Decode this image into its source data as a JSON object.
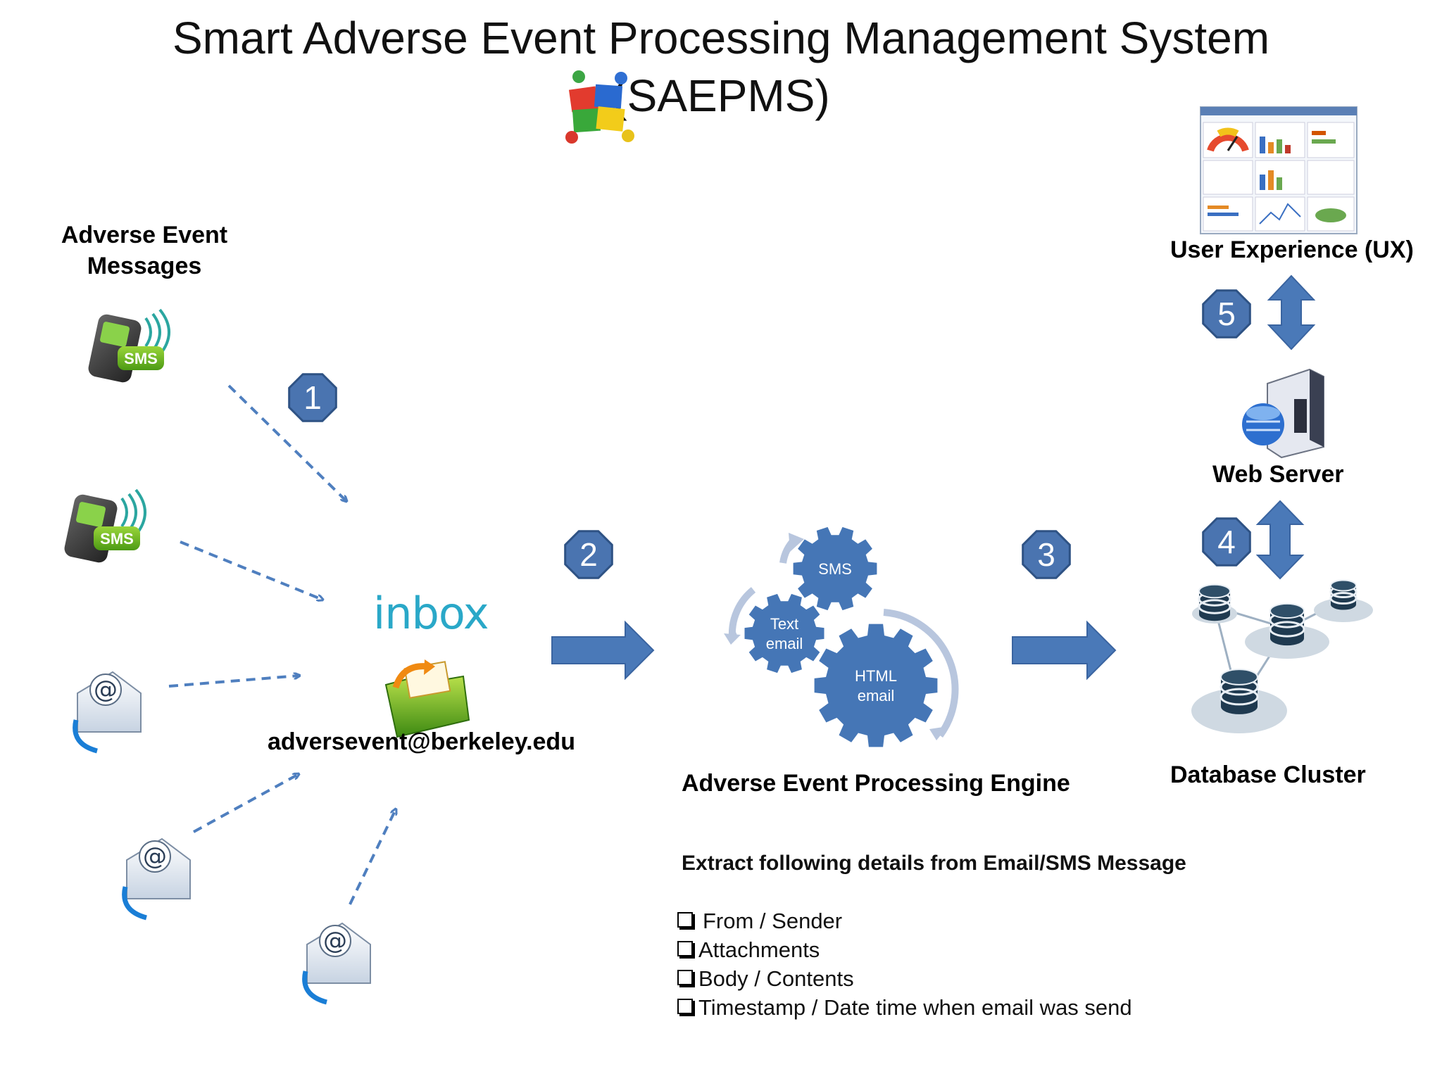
{
  "title": {
    "line1": "Smart Adverse Event Processing Management System",
    "line2": "(SAEPMS)"
  },
  "sources": {
    "label": "Adverse Event Messages",
    "sms_badge": "SMS"
  },
  "inbox": {
    "logo_text": "inbox",
    "email": "adversevent@berkeley.edu"
  },
  "steps": [
    "1",
    "2",
    "3",
    "4",
    "5"
  ],
  "engine": {
    "label": "Adverse Event Processing Engine",
    "gears": [
      "SMS",
      "Text email",
      "HTML email"
    ]
  },
  "database": {
    "label": "Database Cluster"
  },
  "web_server": {
    "label": "Web Server"
  },
  "ux": {
    "label": "User Experience (UX)"
  },
  "extract": {
    "heading": "Extract following details from Email/SMS Message",
    "items": [
      "From / Sender",
      "Attachments",
      "Body / Contents",
      "Timestamp / Date time when email was send"
    ]
  },
  "colors": {
    "badge": "#4a74b0",
    "badge_border": "#2e5284",
    "arrow": "#4a79b8",
    "dashed": "#4f7fbf",
    "gear": "#4576b6",
    "inbox_text": "#2aa8c8"
  }
}
